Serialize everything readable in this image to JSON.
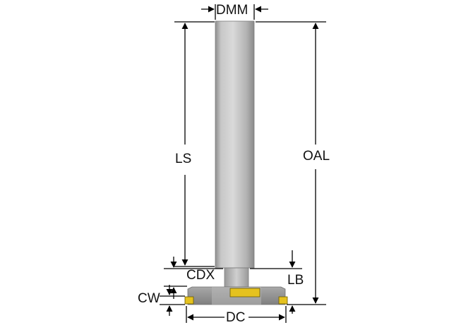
{
  "labels": {
    "dmm": "DMM",
    "ls": "LS",
    "oal": "OAL",
    "cdx": "CDX",
    "lb": "LB",
    "cw": "CW",
    "dc": "DC"
  },
  "colors": {
    "shank_light": "#d6d6d6",
    "shank_mid": "#b4b4b4",
    "shank_dark": "#8e8e8e",
    "cutter_body": "#9a9a9a",
    "insert": "#e5c21f",
    "dimension_line": "#000000"
  }
}
